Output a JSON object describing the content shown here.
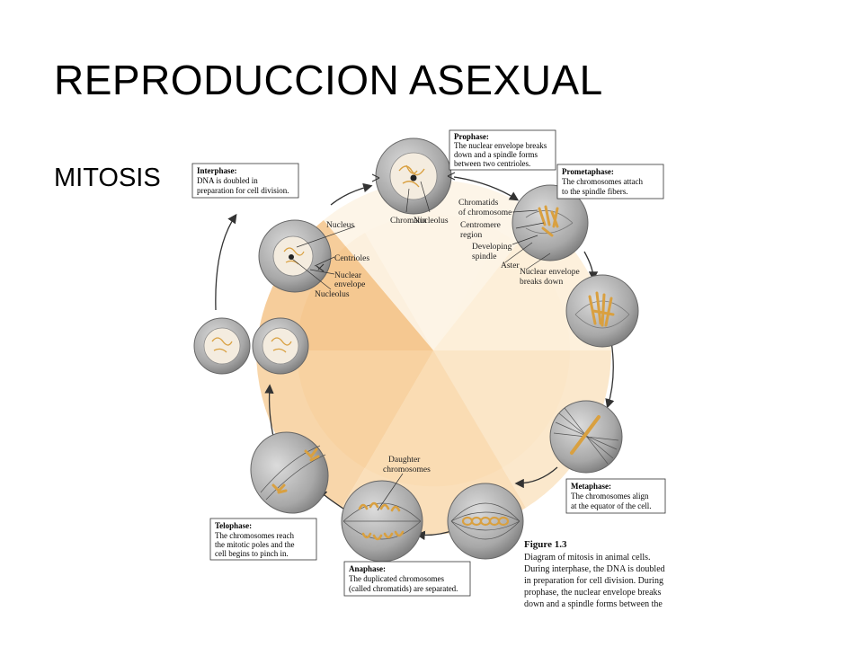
{
  "slide": {
    "title": "REPRODUCCION ASEXUAL",
    "subtitle": "MITOSIS"
  },
  "phases": {
    "interphase": {
      "title": "Interphase:",
      "lines": [
        "DNA is doubled in",
        "preparation for cell division."
      ]
    },
    "prophase": {
      "title": "Prophase:",
      "lines": [
        "The nuclear envelope breaks",
        "down and a spindle forms",
        "between two centrioles."
      ]
    },
    "prometaphase": {
      "title": "Prometaphase:",
      "lines": [
        "The chromosomes attach",
        "to the spindle fibers."
      ]
    },
    "metaphase": {
      "title": "Metaphase:",
      "lines": [
        "The chromosomes align",
        "at the equator of the cell."
      ]
    },
    "anaphase": {
      "title": "Anaphase:",
      "lines": [
        "The duplicated chromosomes",
        "(called chromatids) are separated."
      ]
    },
    "telophase": {
      "title": "Telophase:",
      "lines": [
        "The chromosomes reach",
        "the mitotic poles and the",
        "cell begins to pinch in."
      ]
    }
  },
  "labels": {
    "chromatin": "Chromatin",
    "nucleolus_top": "Nucleolus",
    "chromatids": [
      "Chromatids",
      "of chromosome"
    ],
    "centromere": [
      "Centromere",
      "region"
    ],
    "developing_spindle": [
      "Developing",
      "spindle"
    ],
    "aster": "Aster",
    "nuclear_envelope_breaks": [
      "Nuclear envelope",
      "breaks down"
    ],
    "nucleus": "Nucleus",
    "centrioles": "Centrioles",
    "nuclear_envelope": [
      "Nuclear",
      "envelope"
    ],
    "nucleolus": "Nucleolus",
    "daughter_chromosomes": [
      "Daughter",
      "chromosomes"
    ]
  },
  "caption": {
    "figure": "Figure 1.3",
    "lines": [
      "Diagram of mitosis in animal cells.",
      "During interphase, the DNA is doubled",
      "in preparation for cell division. During",
      "prophase, the nuclear envelope breaks",
      "down and a spindle forms between the"
    ]
  },
  "colors": {
    "wheel_light": "#fdf1df",
    "wheel_mid": "#f9dcb4",
    "wheel_dark": "#f5c893",
    "cell_gray": "#9c9c9c",
    "chromosome": "#d9a040"
  }
}
